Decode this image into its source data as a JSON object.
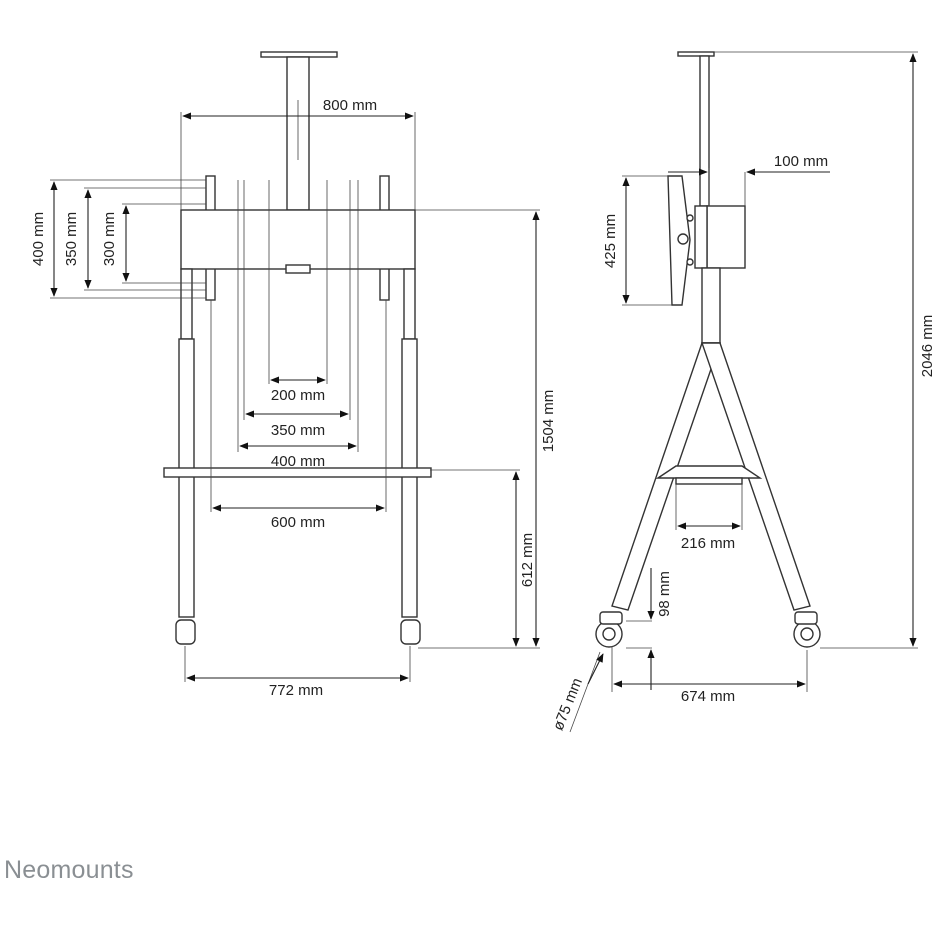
{
  "brand": "Neomounts",
  "front_view": {
    "width_top": "800 mm",
    "vesa_height_400": "400 mm",
    "vesa_height_350": "350 mm",
    "vesa_height_300": "300 mm",
    "vesa_width_200": "200 mm",
    "vesa_width_350": "350 mm",
    "vesa_width_400": "400 mm",
    "vesa_width_600": "600 mm",
    "max_height": "1504 mm",
    "shelf_height": "612 mm",
    "base_width": "772 mm"
  },
  "side_view": {
    "offset": "100 mm",
    "bracket_height": "425 mm",
    "total_height": "2046 mm",
    "shelf_width": "216 mm",
    "caster_height": "98 mm",
    "wheel_diameter": "ø75 mm",
    "base_depth": "674 mm"
  }
}
